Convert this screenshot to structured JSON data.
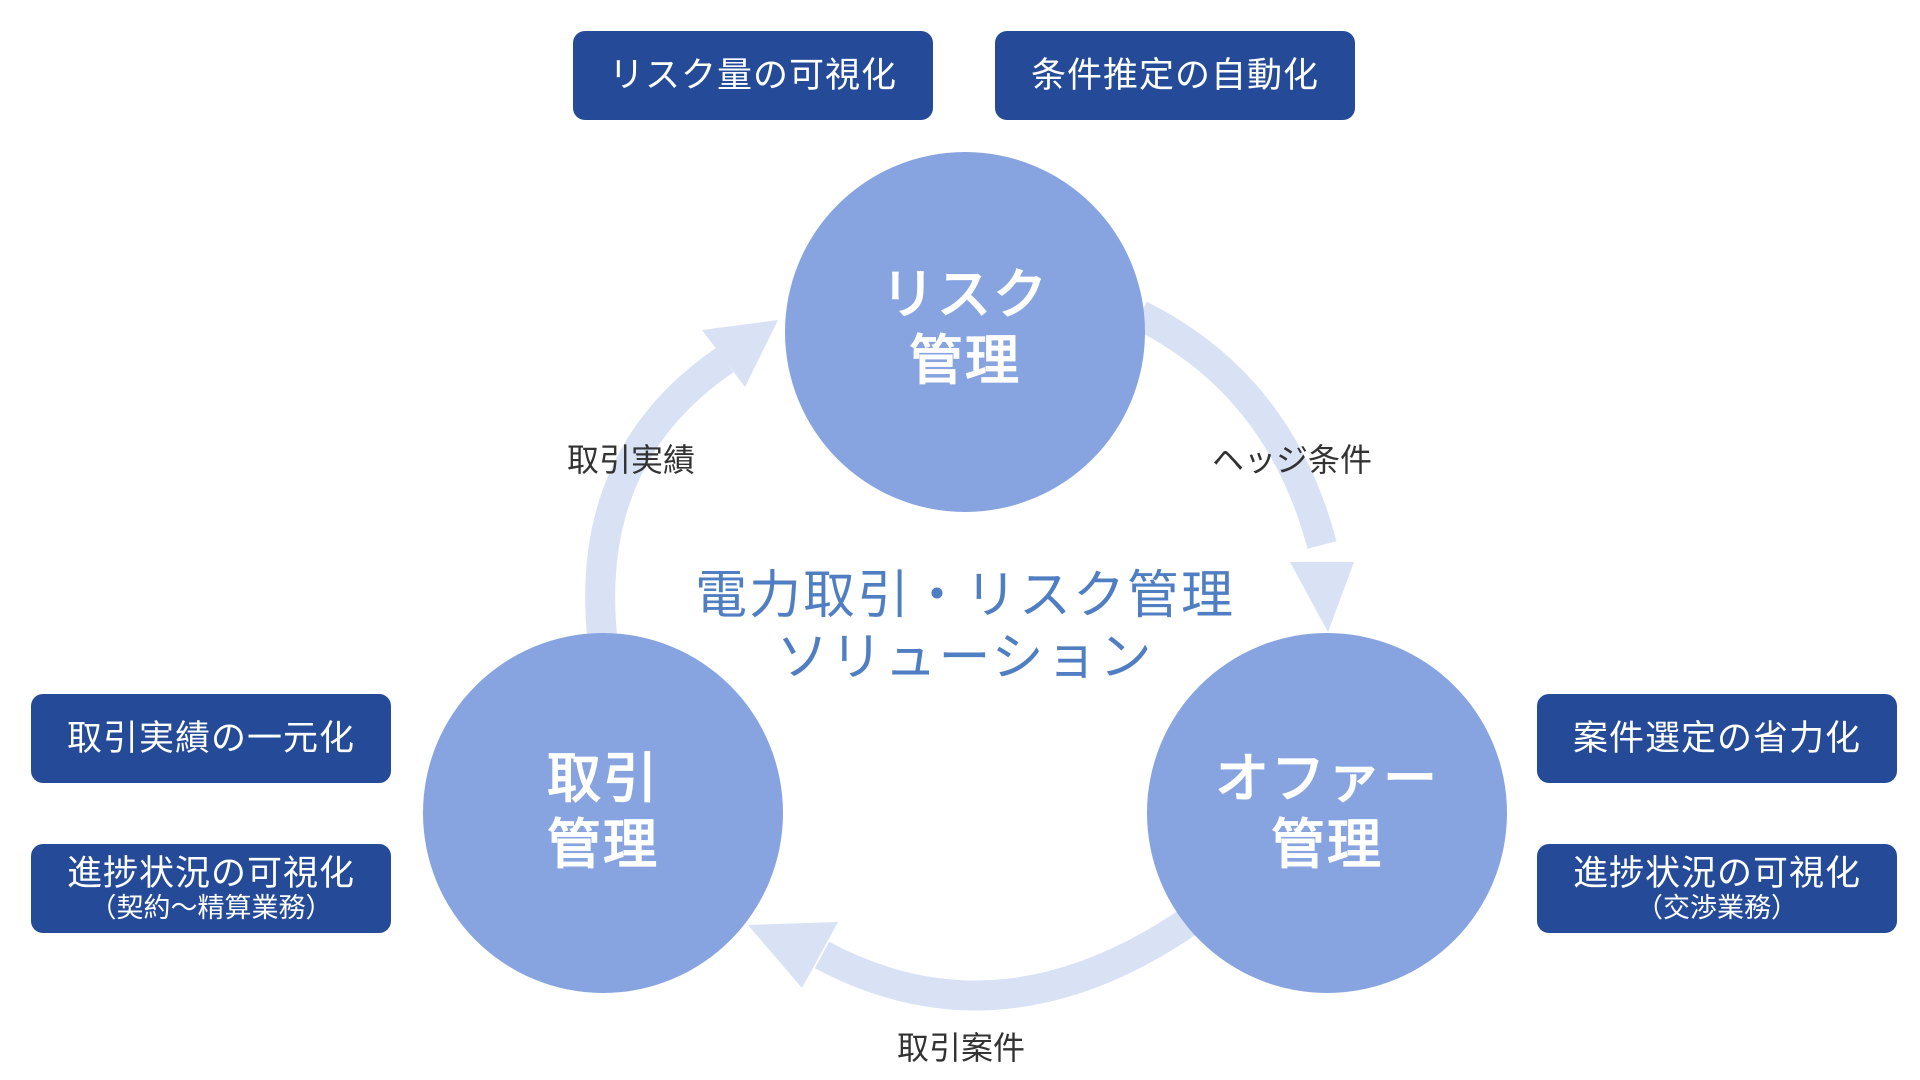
{
  "center": {
    "line1": "電力取引・リスク管理",
    "line2": "ソリューション"
  },
  "nodes": {
    "risk": {
      "line1": "リスク",
      "line2": "管理"
    },
    "offer": {
      "line1": "オファー",
      "line2": "管理"
    },
    "trade": {
      "line1": "取引",
      "line2": "管理"
    }
  },
  "flows": {
    "risk_to_offer": "ヘッジ条件",
    "offer_to_trade": "取引案件",
    "trade_to_risk": "取引実績"
  },
  "features": {
    "risk_visualization": {
      "main": "リスク量の可視化"
    },
    "auto_estimation": {
      "main": "条件推定の自動化"
    },
    "trade_unification": {
      "main": "取引実績の一元化"
    },
    "trade_progress": {
      "main": "進捗状況の可視化",
      "sub": "（契約～精算業務）"
    },
    "offer_selection": {
      "main": "案件選定の省力化"
    },
    "offer_progress": {
      "main": "進捗状況の可視化",
      "sub": "（交渉業務）"
    }
  },
  "colors": {
    "box": "#254b98",
    "circle": "#87a4e0",
    "arrow": "#d9e2f5",
    "title": "#4f7ec2"
  }
}
